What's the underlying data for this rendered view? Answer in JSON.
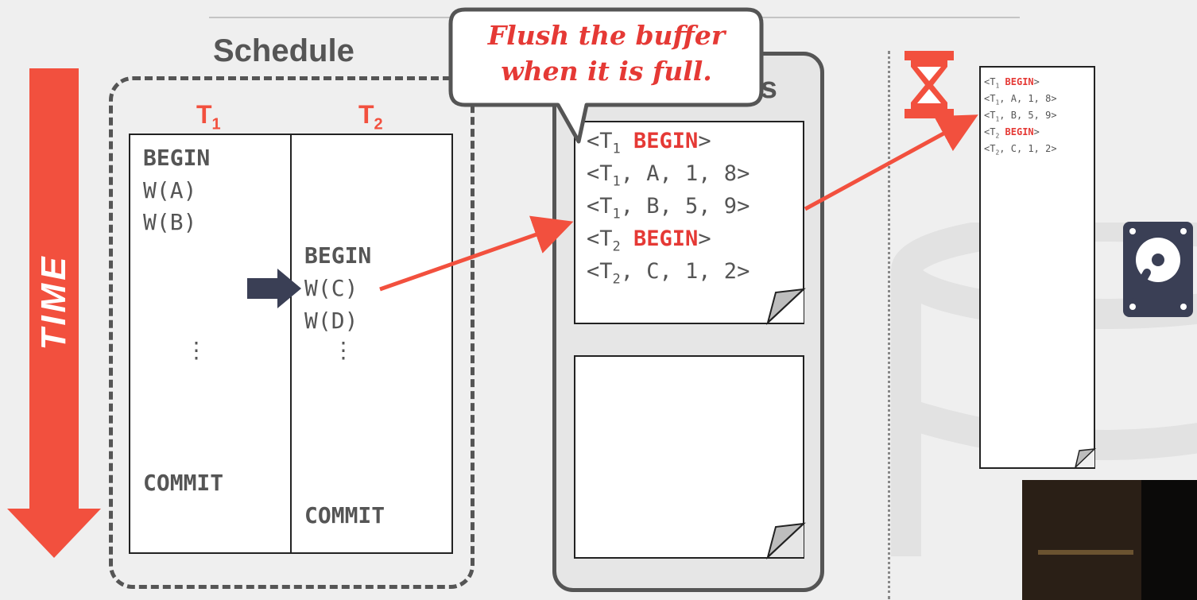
{
  "time": {
    "label": "TIME"
  },
  "schedule": {
    "title": "Schedule",
    "t1": {
      "name": "T",
      "sub": "1"
    },
    "t2": {
      "name": "T",
      "sub": "2"
    },
    "t1_ops": [
      "BEGIN",
      "W(A)",
      "W(B)",
      "COMMIT"
    ],
    "t2_ops": [
      "BEGIN",
      "W(C)",
      "W(D)",
      "COMMIT"
    ],
    "ellipsis": "⋮"
  },
  "callout": {
    "line1": "Flush the buffer",
    "line2": "when it is full."
  },
  "buffers": {
    "title_fragment": "rs"
  },
  "log_records": [
    {
      "open": "<T",
      "sub": "1",
      "rest": " ",
      "keyword": "BEGIN",
      "close": ">"
    },
    {
      "open": "<T",
      "sub": "1",
      "rest": ", A, 1, 8",
      "keyword": "",
      "close": ">"
    },
    {
      "open": "<T",
      "sub": "1",
      "rest": ", B, 5, 9",
      "keyword": "",
      "close": ">"
    },
    {
      "open": "<T",
      "sub": "2",
      "rest": " ",
      "keyword": "BEGIN",
      "close": ">"
    },
    {
      "open": "<T",
      "sub": "2",
      "rest": ", C, 1, 2",
      "keyword": "",
      "close": ">"
    }
  ],
  "colors": {
    "accent_red": "#f2503e",
    "keyword_red": "#e53935",
    "dark_text": "#555555",
    "navy_arrow": "#3a3f55"
  },
  "icons": [
    "hourglass-icon",
    "hard-disk-icon"
  ]
}
